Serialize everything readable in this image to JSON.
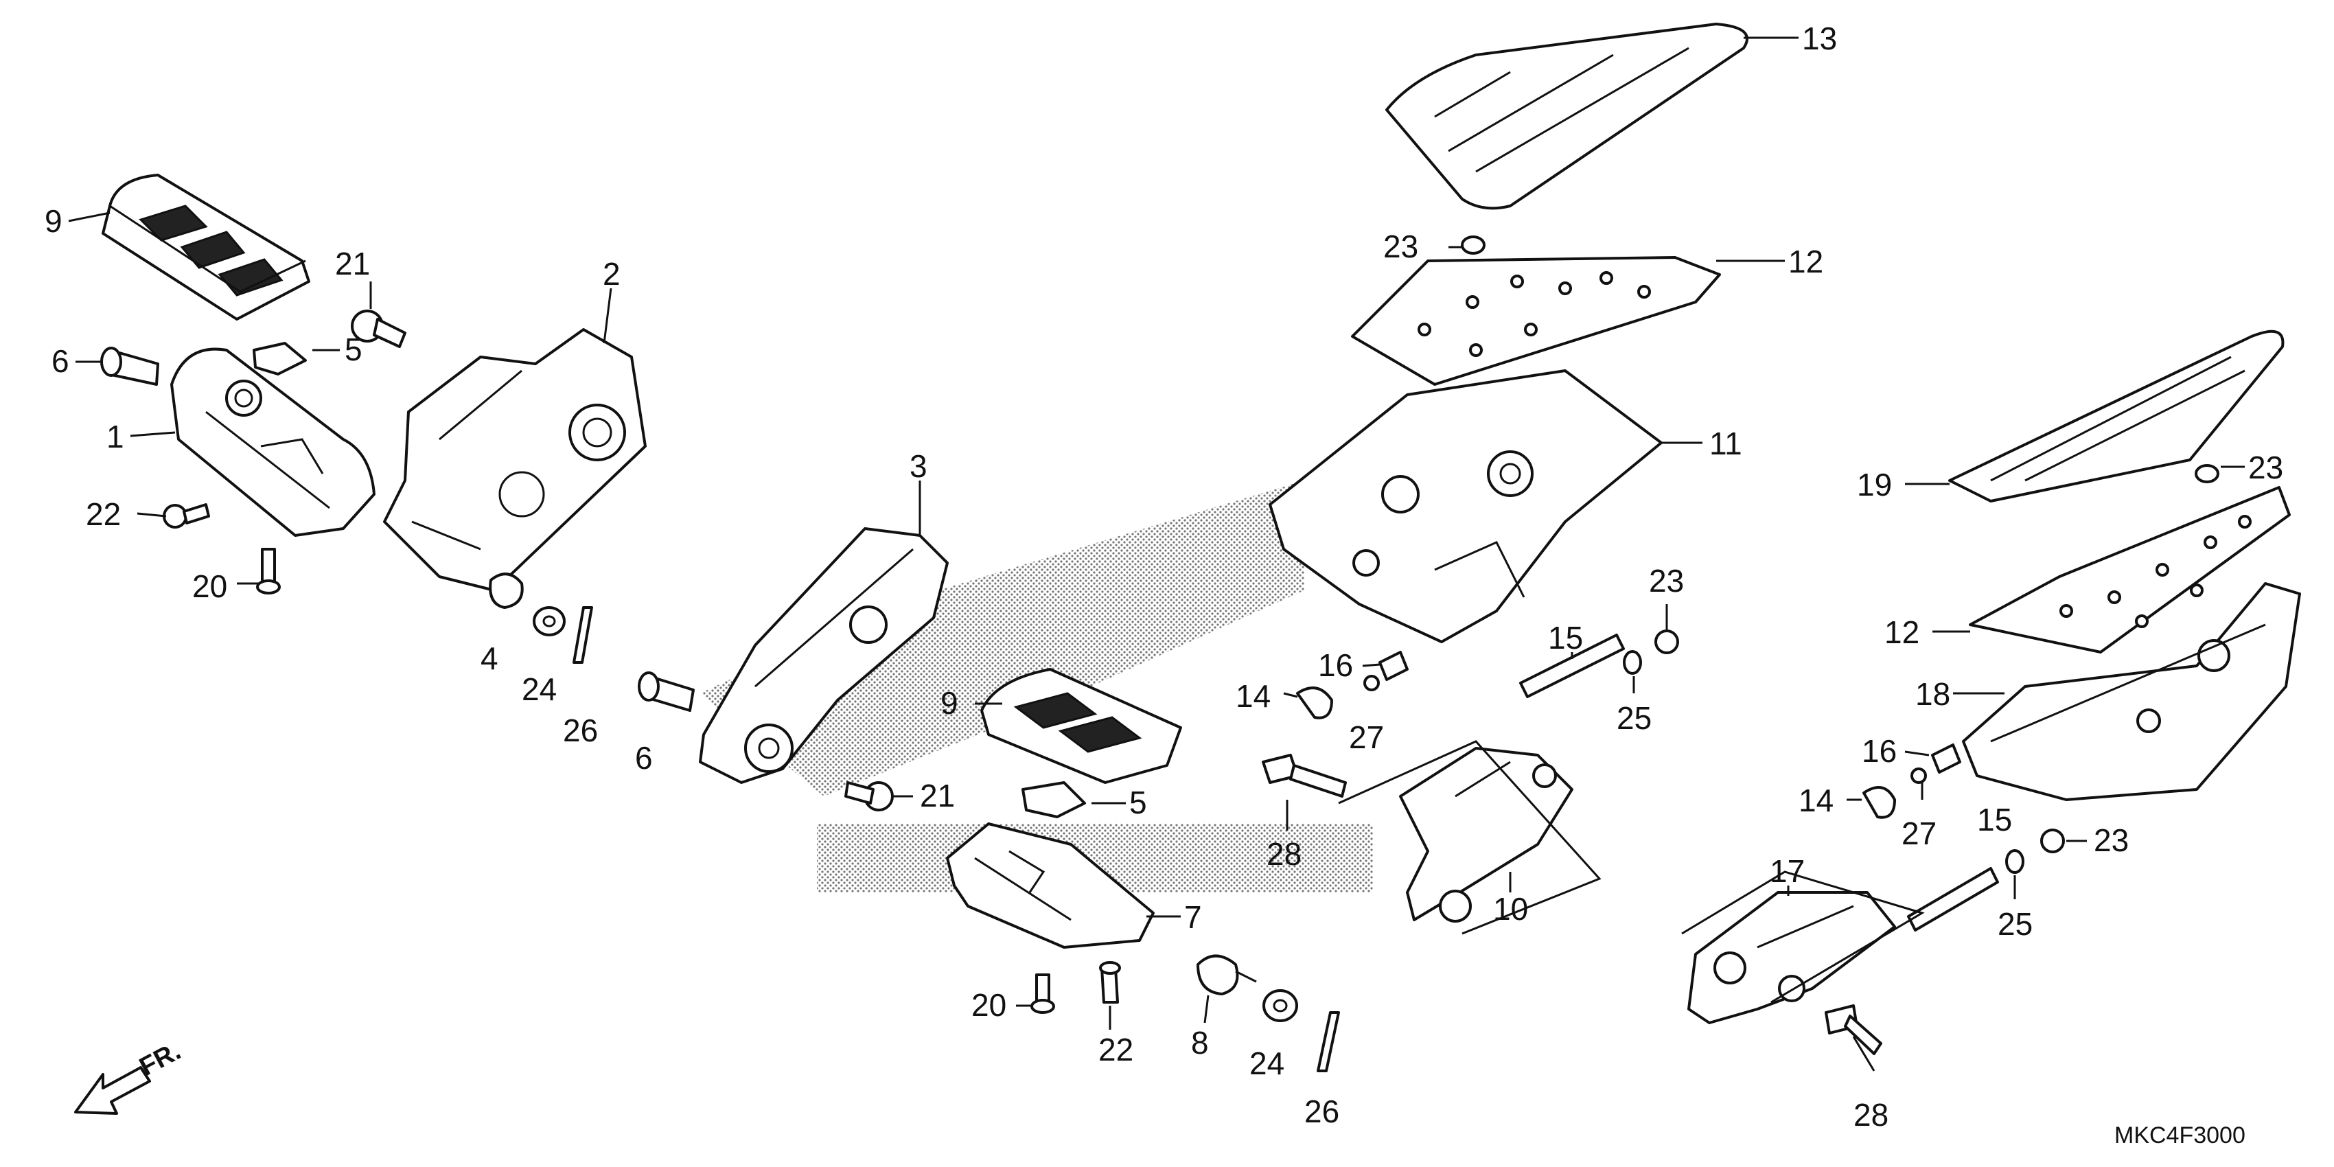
{
  "diagram": {
    "code": "MKC4F3000",
    "direction_label": "FR.",
    "callouts": [
      "9",
      "21",
      "2",
      "6",
      "5",
      "1",
      "22",
      "20",
      "4",
      "24",
      "26",
      "6",
      "3",
      "9",
      "21",
      "5",
      "7",
      "20",
      "22",
      "8",
      "24",
      "26",
      "13",
      "23",
      "12",
      "11",
      "19",
      "23",
      "23",
      "16",
      "15",
      "14",
      "27",
      "25",
      "12",
      "18",
      "28",
      "10",
      "16",
      "14",
      "27",
      "15",
      "23",
      "17",
      "25",
      "28"
    ]
  }
}
